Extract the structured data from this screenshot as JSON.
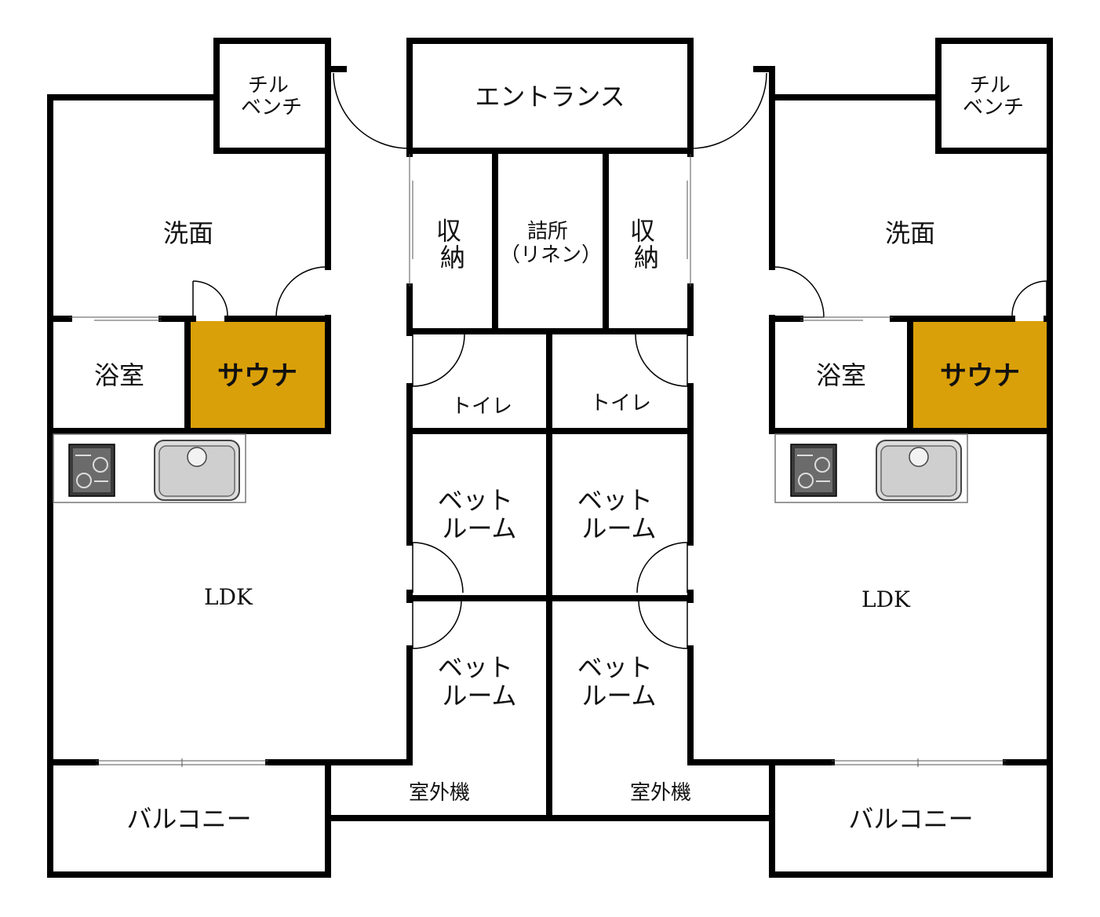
{
  "colors": {
    "sauna": "#DAA00A",
    "wall": "#000000",
    "floor": "#FFFFFF"
  },
  "rooms": {
    "entrance": "エントランス",
    "storage": "収納",
    "staff_room_line1": "詰所",
    "staff_room_line2": "（リネン）",
    "toilet": "トイレ",
    "bedroom_line1": "ベット",
    "bedroom_line2": "ルーム",
    "outdoor_unit": "室外機",
    "chill_bench_line1": "チル",
    "chill_bench_line2": "ベンチ",
    "washroom": "洗面",
    "bathroom": "浴室",
    "sauna": "サウナ",
    "ldk": "LDK",
    "balcony": "バルコニー"
  },
  "fixtures": [
    "stove-icon",
    "sink-icon"
  ]
}
